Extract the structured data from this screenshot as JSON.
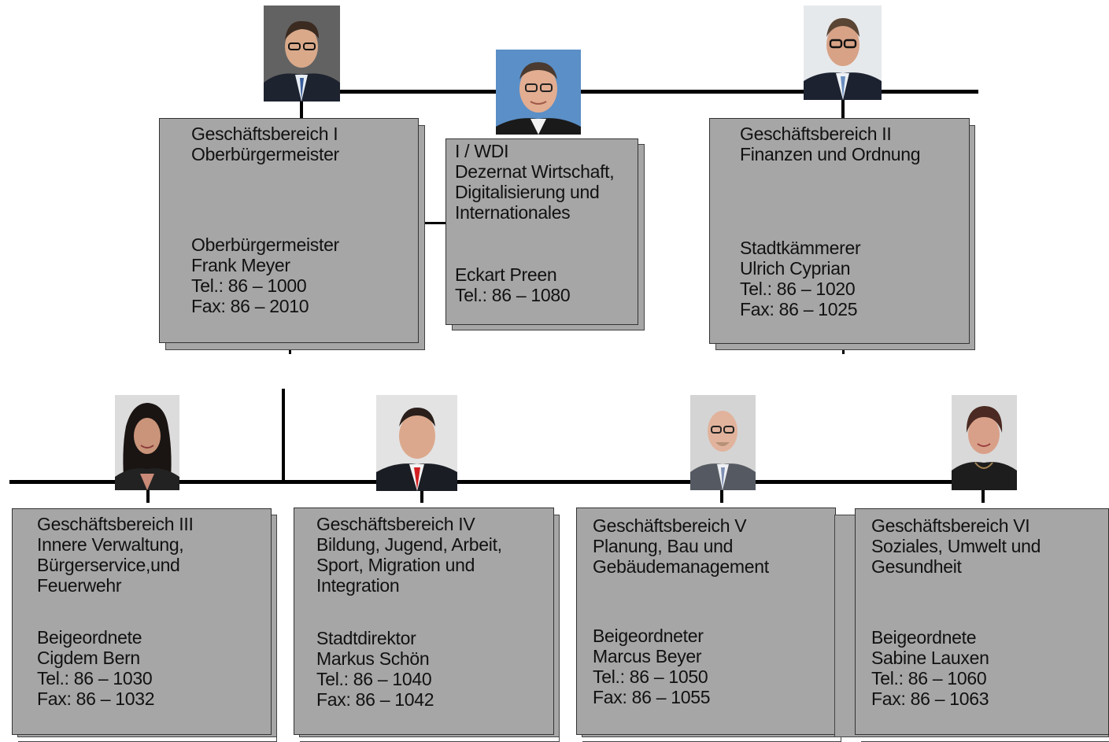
{
  "top": [
    {
      "heading": [
        "Geschäftsbereich I",
        "Oberbürgermeister"
      ],
      "details": [
        "Oberbürgermeister",
        "Frank Meyer",
        "Tel.: 86 – 1000",
        "Fax: 86 – 2010"
      ],
      "photo": "portrait-man-dark-suit"
    },
    {
      "heading": [
        "I / WDI",
        "Dezernat Wirtschaft,",
        "Digitalisierung und",
        "Internationales"
      ],
      "details": [
        "Eckart Preen",
        "Tel.: 86 – 1080"
      ],
      "photo": "portrait-man-blue-background"
    },
    {
      "heading": [
        "Geschäftsbereich II",
        "Finanzen und Ordnung"
      ],
      "details": [
        "Stadtkämmerer",
        "Ulrich Cyprian",
        "Tel.: 86 – 1020",
        "Fax: 86 – 1025"
      ],
      "photo": "portrait-man-glasses"
    }
  ],
  "bottom": [
    {
      "heading": [
        "Geschäftsbereich III",
        "Innere Verwaltung,",
        "Bürgerservice,und",
        "Feuerwehr"
      ],
      "details": [
        "Beigeordnete",
        "Cigdem Bern",
        "Tel.: 86 – 1030",
        "Fax: 86 – 1032"
      ],
      "photo": "portrait-woman-dark-hair"
    },
    {
      "heading": [
        "Geschäftsbereich IV",
        "Bildung, Jugend, Arbeit,",
        "Sport, Migration und",
        "Integration"
      ],
      "details": [
        "Stadtdirektor",
        "Markus Schön",
        "Tel.: 86 – 1040",
        "Fax: 86 – 1042"
      ],
      "photo": "portrait-man-red-tie"
    },
    {
      "heading": [
        "Geschäftsbereich V",
        "Planung, Bau und",
        "Gebäudemanagement"
      ],
      "details": [
        "Beigeordneter",
        "Marcus Beyer",
        "Tel.: 86 – 1050",
        "Fax: 86 – 1055"
      ],
      "photo": "portrait-man-bald-glasses"
    },
    {
      "heading": [
        "Geschäftsbereich VI",
        "Soziales, Umwelt und",
        "Gesundheit"
      ],
      "details": [
        "Beigeordnete",
        "Sabine Lauxen",
        "Tel.: 86 – 1060",
        "Fax: 86 – 1063"
      ],
      "photo": "portrait-woman-short-hair"
    }
  ],
  "colors": {
    "box": "#a6a6a6",
    "line": "#000000"
  }
}
